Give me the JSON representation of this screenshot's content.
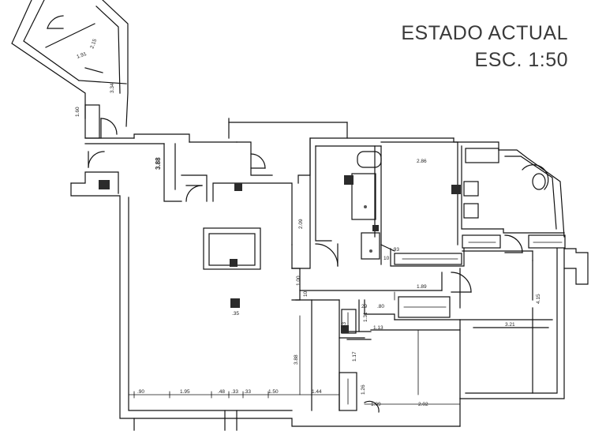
{
  "title": "ESTADO ACTUAL",
  "scale": "ESC. 1:50",
  "dimensions": {
    "d_1_91": "1.91",
    "d_2_15": "2.15",
    "d_3_34": "3.34",
    "d_1_60": "1.60",
    "d_2_86": "2.86",
    "d_2_09": "2.09",
    "d_3_88_top": "3.88",
    "d_93": ".93",
    "d_10_a": "10",
    "d_1_89": "1.89",
    "d_1_00": "1.00",
    "d_35": ".35",
    "d_29": "29",
    "d_80": ".80",
    "d_1_31": "1.31",
    "d_1_13": "1.13",
    "d_63": ".63",
    "d_3_21": "3.21",
    "d_4_15": "4.15",
    "d_3_88": "3.88",
    "d_1_17": "1.17",
    "d_1_26": "1.26",
    "d_1_09": "1.09",
    "d_2_02": "2.02",
    "d_90": ".90",
    "d_1_95": "1.95",
    "d_48": ".48",
    "d_33a": ".33",
    "d_33b": ".33",
    "d_1_50": "1.50",
    "d_1_44": "1.44",
    "d_10_b": "10"
  }
}
